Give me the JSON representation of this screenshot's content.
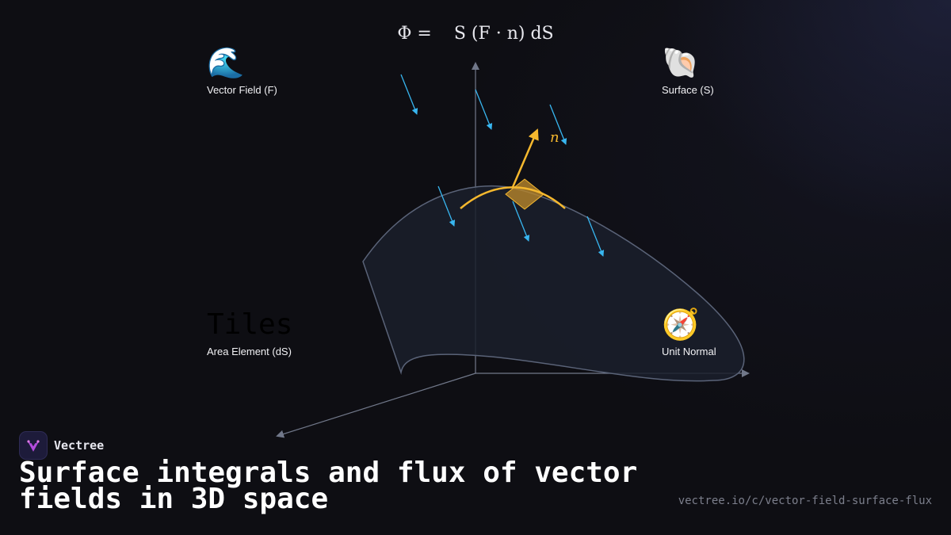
{
  "formula": {
    "lhs": "Φ =",
    "rhs": "S (F · n) dS"
  },
  "normal_label": "n",
  "cards": {
    "vector_field": {
      "icon": "🌊",
      "icon_name": "wave-icon",
      "label": "Vector Field (F)"
    },
    "surface": {
      "icon": "🐚",
      "icon_name": "shell-icon",
      "label": "Surface (S)"
    },
    "area_element": {
      "icon_text": "Tiles",
      "label": "Area Element (dS)"
    },
    "unit_normal": {
      "icon": "🧭",
      "icon_name": "compass-icon",
      "label": "Unit Normal"
    }
  },
  "brand": {
    "name": "Vectree"
  },
  "title": "Surface integrals and flux of vector fields in 3D space",
  "url": "vectree.io/c/vector-field-surface-flux",
  "colors": {
    "background": "#0e0e13",
    "field_arrow": "#38b6f0",
    "normal": "#f5b82e",
    "axis": "#8a93a8",
    "surface_fill": "#1a1f2b",
    "surface_stroke": "#5a6378"
  }
}
